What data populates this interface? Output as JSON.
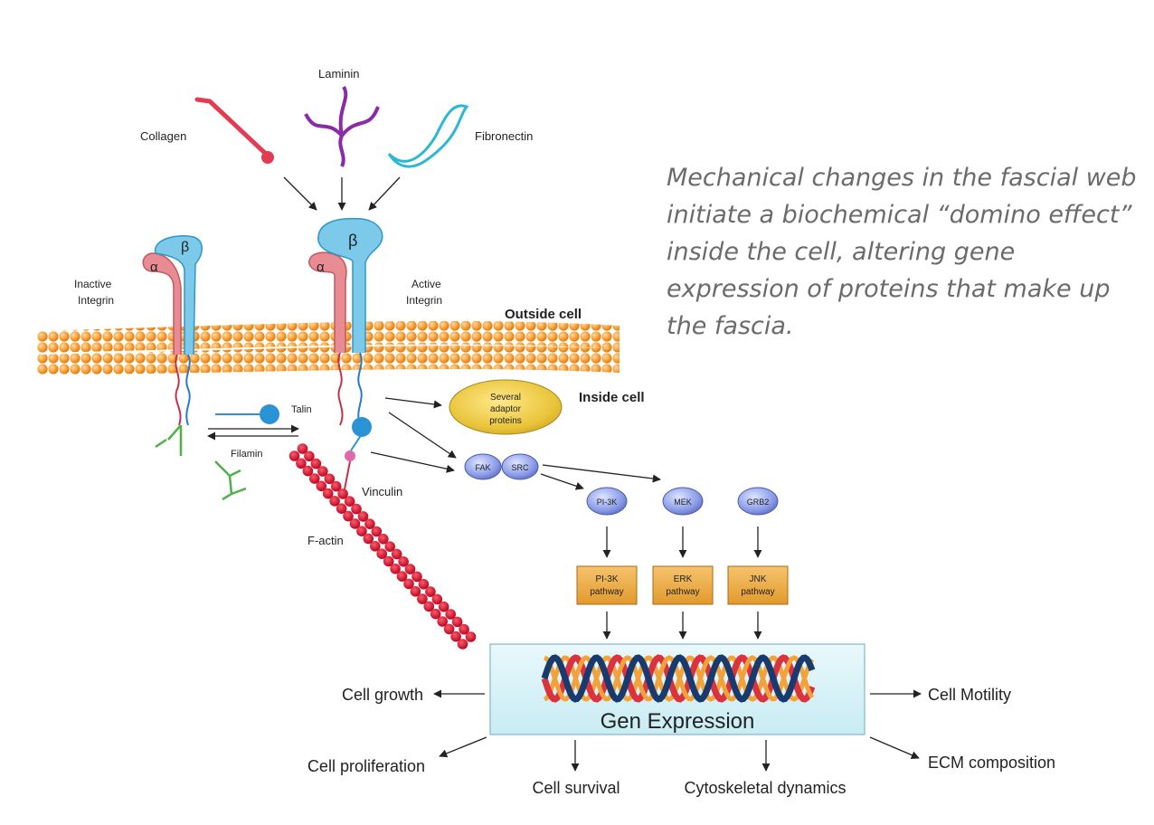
{
  "ecm": {
    "collagen": "Collagen",
    "laminin": "Laminin",
    "fibronectin": "Fibronectin"
  },
  "integrins": {
    "inactive_line1": "Inactive",
    "inactive_line2": "Integrin",
    "active_line1": "Active",
    "active_line2": "Integrin",
    "alpha": "α",
    "beta": "β"
  },
  "membrane": {
    "outside": "Outside cell",
    "inside": "Inside cell"
  },
  "cytoskeleton": {
    "talin": "Talin",
    "filamin": "Filamin",
    "vinculin": "Vinculin",
    "factin": "F-actin"
  },
  "adaptor": {
    "line1": "Several",
    "line2": "adaptor",
    "line3": "proteins"
  },
  "kinases": {
    "fak": "FAK",
    "src": "SRC",
    "pi3k": "PI-3K",
    "mek": "MEK",
    "grb2": "GRB2"
  },
  "pathways": {
    "pi3k_line1": "PI-3K",
    "pi3k_line2": "pathway",
    "erk_line1": "ERK",
    "erk_line2": "pathway",
    "jnk_line1": "JNK",
    "jnk_line2": "pathway"
  },
  "gene": {
    "title": "Gen Expression"
  },
  "outcomes": {
    "growth": "Cell growth",
    "proliferation": "Cell proliferation",
    "survival": "Cell survival",
    "cytoskeletal": "Cytoskeletal dynamics",
    "motility": "Cell Motility",
    "ecm": "ECM composition"
  },
  "caption": {
    "text": "Mechanical changes in the fascial web initiate a biochemical “domino effect” inside the cell, altering gene expression  of proteins that make up the fascia."
  }
}
